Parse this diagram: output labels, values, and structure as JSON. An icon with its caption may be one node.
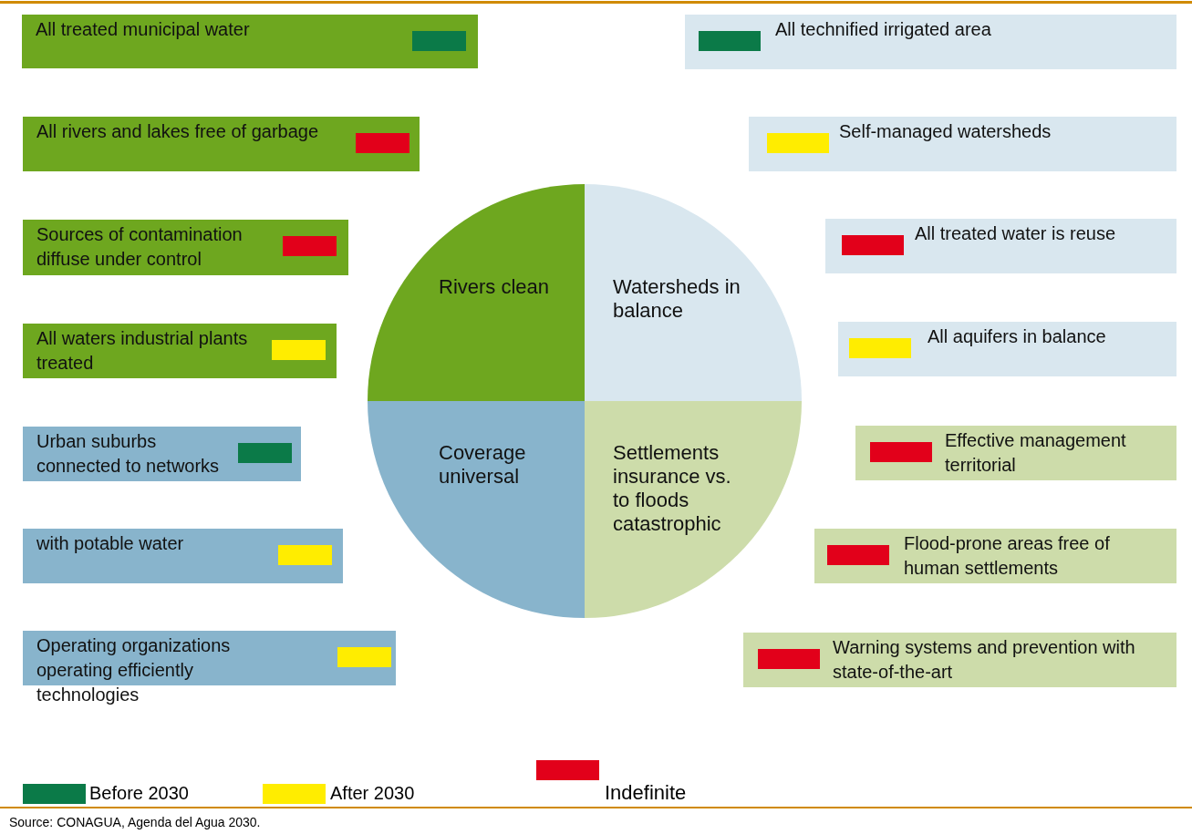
{
  "diagram": {
    "caption": "Source: CONAGUA, Agenda del Agua 2030.",
    "nodes": [
      {
        "text": [
          "All treated municipal water"
        ]
      },
      {
        "text": [
          "All rivers and lakes free of garbage"
        ]
      },
      {
        "text": [
          "Sources of contamination diffuse under control"
        ]
      },
      {
        "text": [
          "All waters industrial plants treated"
        ]
      },
      {
        "text": [
          "Urban suburbs connected to networks"
        ]
      },
      {
        "text": [
          "with potable water"
        ]
      },
      {
        "text": [
          "Operating organizations operating efficiently technologies"
        ]
      },
      {
        "text": [
          "Rivers clean"
        ]
      },
      {
        "text": [
          "Watersheds in balance"
        ]
      },
      {
        "text": [
          "Coverage universal"
        ]
      },
      {
        "text": [
          "Settlements insurance vs. to floods catastrophic"
        ]
      },
      {
        "text": [
          "All technified irrigated area"
        ]
      },
      {
        "text": [
          "Self-managed watersheds"
        ]
      },
      {
        "text": [
          "All treated water is reuse"
        ]
      },
      {
        "text": [
          "All aquifers in balance"
        ]
      },
      {
        "text": [
          "Effective management territorial"
        ]
      },
      {
        "text": [
          "Flood-prone areas free of human settlements"
        ]
      },
      {
        "text": [
          "Warning systems and prevention with state-of-the-art"
        ]
      },
      {
        "text": [],
        "shape": "bar",
        "in": 0
      },
      {
        "text": [],
        "shape": "bar",
        "in": 1
      },
      {
        "text": [],
        "shape": "bar",
        "in": 2
      },
      {
        "text": [],
        "shape": "bar",
        "in": 3
      },
      {
        "text": [],
        "shape": "bar",
        "in": 4
      },
      {
        "text": [],
        "shape": "bar",
        "in": 5
      },
      {
        "text": [],
        "shape": "bar",
        "in": 6
      },
      {
        "text": [],
        "shape": "bar",
        "in": 11
      },
      {
        "text": [],
        "shape": "bar",
        "in": 12
      },
      {
        "text": [],
        "shape": "bar",
        "in": 13
      },
      {
        "text": [],
        "shape": "bar",
        "in": 14
      },
      {
        "text": [],
        "shape": "bar",
        "in": 15
      },
      {
        "text": [],
        "shape": "bar",
        "in": 16
      },
      {
        "text": [],
        "shape": "bar",
        "in": 17
      }
    ],
    "legend": [
      {
        "text": "Before 2030",
        "color": "#0b7a48"
      },
      {
        "text": "After 2030",
        "color": "#ffed00"
      },
      {
        "text": "Indefinite",
        "color": "#e2001a"
      }
    ]
  }
}
